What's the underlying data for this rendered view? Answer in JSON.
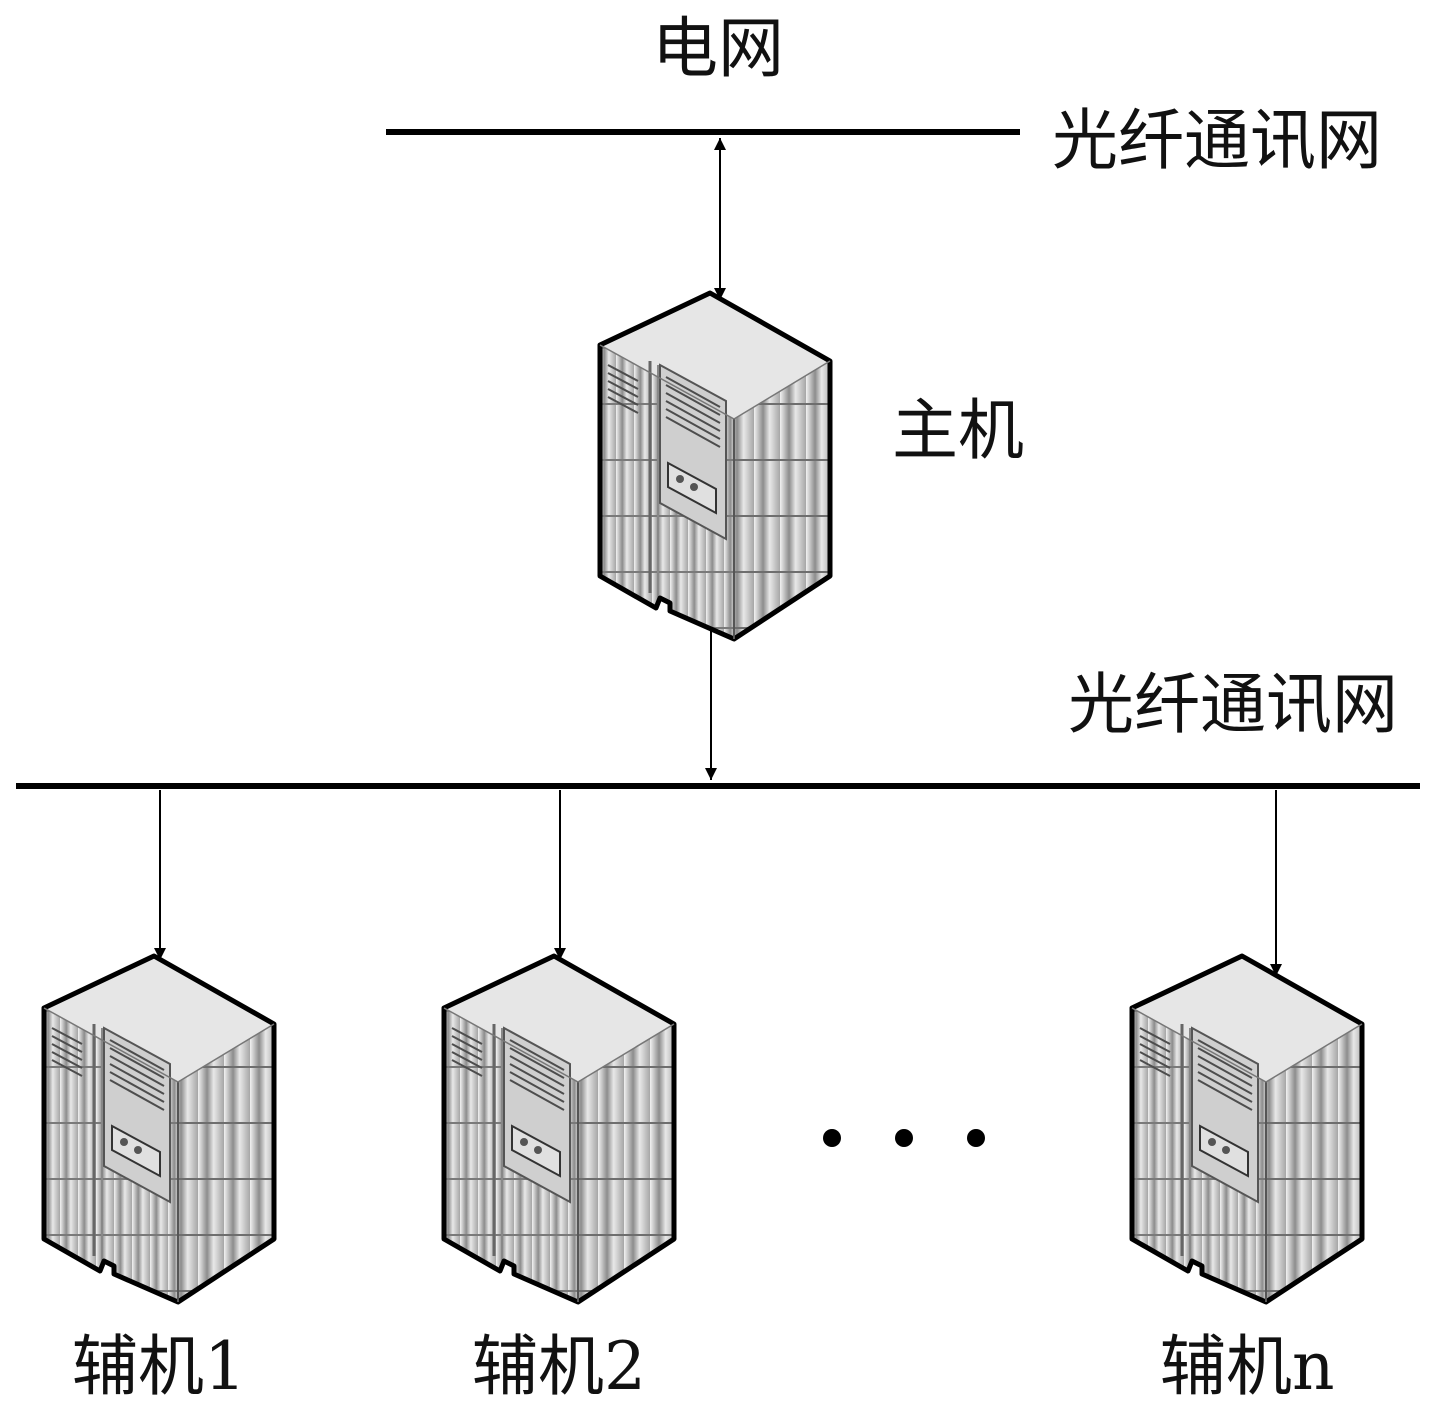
{
  "labels": {
    "grid": "电网",
    "fiber_top": "光纤通讯网",
    "fiber_bottom": "光纤通讯网",
    "host": "主机",
    "aux1": "辅机1",
    "aux2": "辅机2",
    "auxn": "辅机n"
  },
  "colors": {
    "line": "#000000",
    "server_top": "#e6e6e6",
    "server_side_light": "#d9d9d9",
    "server_side_dark": "#9a9a9a"
  },
  "icons": {
    "server": "server-rack-icon",
    "ellipsis": "ellipsis-dots"
  }
}
